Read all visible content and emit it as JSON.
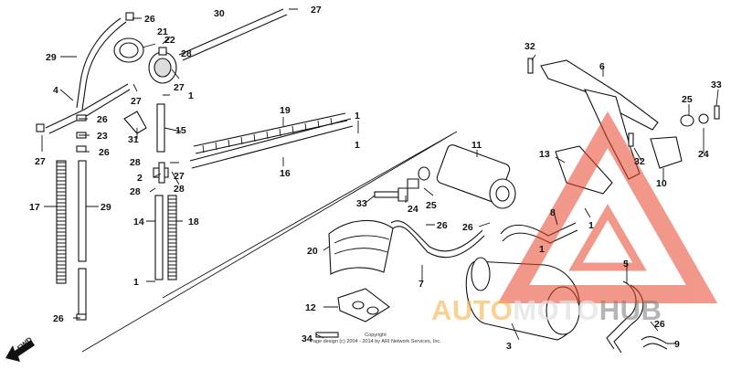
{
  "callouts": [
    "1",
    "2",
    "3",
    "4",
    "5",
    "6",
    "7",
    "8",
    "9",
    "10",
    "11",
    "12",
    "13",
    "14",
    "15",
    "16",
    "17",
    "18",
    "19",
    "20",
    "21",
    "22",
    "23",
    "24",
    "25",
    "26",
    "27",
    "28",
    "29",
    "30",
    "31",
    "32",
    "33",
    "34"
  ],
  "direction_label": "FWD",
  "copyright_lines": [
    "Copyright",
    "Page design (c) 2004 - 2014 by ARI Network Services, Inc."
  ],
  "watermark": {
    "part1": "AUTO",
    "part2": "MOTO",
    "part3": "HUB"
  },
  "colors": {
    "line": "#111111",
    "watermark_triangle": "#e8452c",
    "watermark_auto": "#f7b450",
    "watermark_hub": "#787878"
  }
}
